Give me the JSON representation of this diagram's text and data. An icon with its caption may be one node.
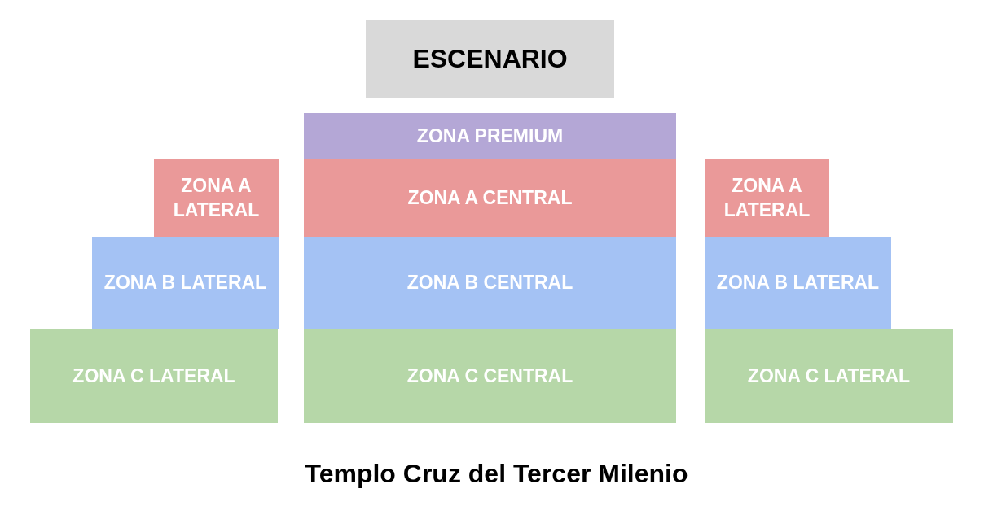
{
  "diagram": {
    "caption": "Templo Cruz del Tercer Milenio",
    "nodes": [
      {
        "text": [
          "ESCENARIO"
        ]
      },
      {
        "text": [
          "ZONA PREMIUM"
        ]
      },
      {
        "text": [
          "ZONA A LATERAL"
        ]
      },
      {
        "text": [
          "ZONA A CENTRAL"
        ]
      },
      {
        "text": [
          "ZONA A LATERAL"
        ]
      },
      {
        "text": [
          "ZONA B LATERAL"
        ]
      },
      {
        "text": [
          "ZONA B CENTRAL"
        ]
      },
      {
        "text": [
          "ZONA B LATERAL"
        ]
      },
      {
        "text": [
          "ZONA C LATERAL"
        ]
      },
      {
        "text": [
          "ZONA C CENTRAL"
        ]
      },
      {
        "text": [
          "ZONA C LATERAL"
        ]
      }
    ],
    "edges": []
  }
}
